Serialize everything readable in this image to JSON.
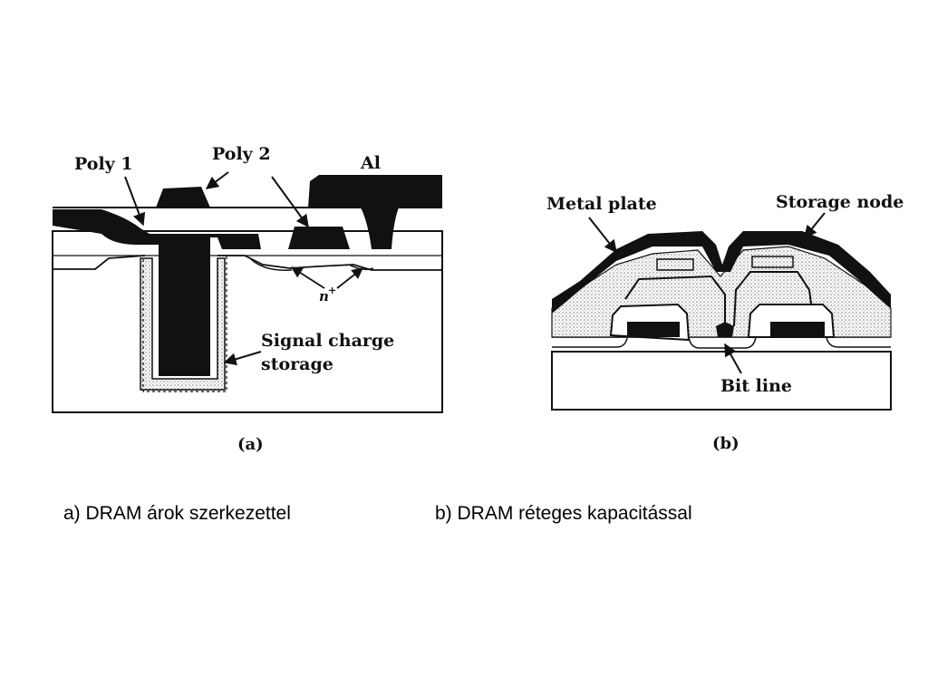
{
  "colors": {
    "ink": "#111111",
    "paper": "#ffffff",
    "stipple": "#d8d8d8",
    "substrate": "#ffffff"
  },
  "figure_a": {
    "label_poly1": "Poly 1",
    "label_poly2": "Poly 2",
    "label_al": "Al",
    "label_n_plus": "n",
    "label_n_plus_sup": "+",
    "label_signal_line1": "Signal charge",
    "label_signal_line2": "storage",
    "panel_label": "(a)"
  },
  "figure_b": {
    "label_metal_plate": "Metal plate",
    "label_storage_node": "Storage node",
    "label_bit_line": "Bit line",
    "panel_label": "(b)"
  },
  "captions": {
    "a": "a) DRAM árok szerkezettel",
    "b": "b) DRAM réteges kapacitással"
  }
}
